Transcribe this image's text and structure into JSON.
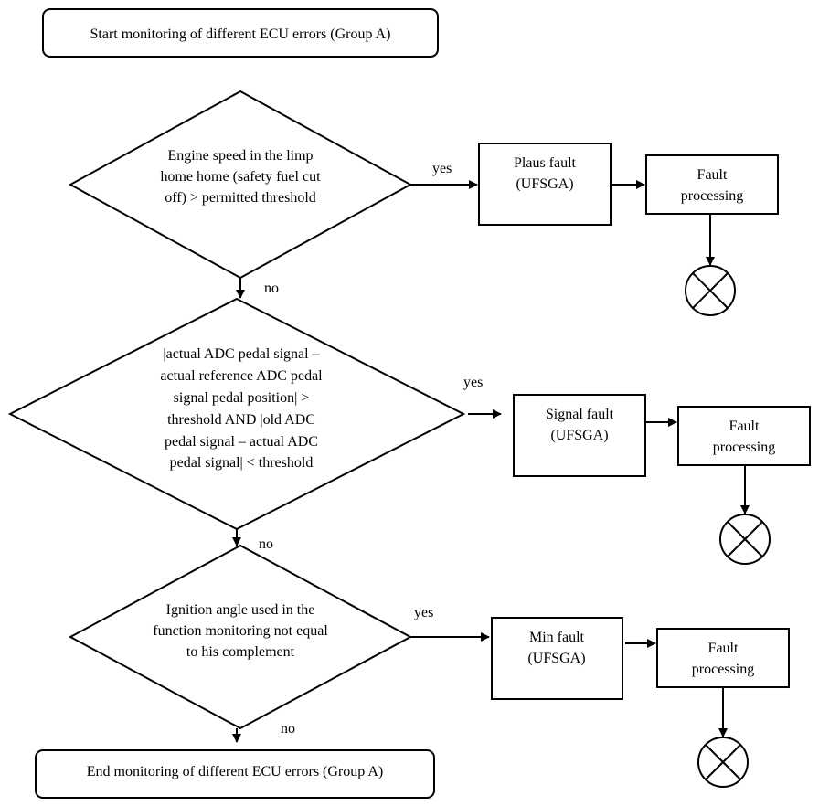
{
  "start": {
    "label": "Start monitoring of different ECU errors (Group A)"
  },
  "end": {
    "label": "End monitoring of different ECU errors (Group A)"
  },
  "decisions": [
    {
      "lines": [
        "Engine speed in the limp",
        "home home (safety fuel cut",
        "off) > permitted threshold"
      ],
      "yes": "yes",
      "no": "no"
    },
    {
      "lines": [
        "|actual ADC pedal signal –",
        "actual reference ADC pedal",
        "signal pedal position| >",
        "threshold AND |old ADC",
        "pedal signal – actual ADC",
        "pedal signal| < threshold"
      ],
      "yes": "yes",
      "no": "no"
    },
    {
      "lines": [
        "Ignition angle used in the",
        "function monitoring not equal",
        "to his complement"
      ],
      "yes": "yes",
      "no": "no"
    }
  ],
  "faults": [
    {
      "lines": [
        "Plaus fault",
        "(UFSGA)"
      ]
    },
    {
      "lines": [
        "Signal fault",
        "(UFSGA)"
      ]
    },
    {
      "lines": [
        "Min fault",
        "(UFSGA)"
      ]
    }
  ],
  "processing": [
    {
      "lines": [
        "Fault",
        "processing"
      ]
    },
    {
      "lines": [
        "Fault",
        "processing"
      ]
    },
    {
      "lines": [
        "Fault",
        "processing"
      ]
    }
  ]
}
